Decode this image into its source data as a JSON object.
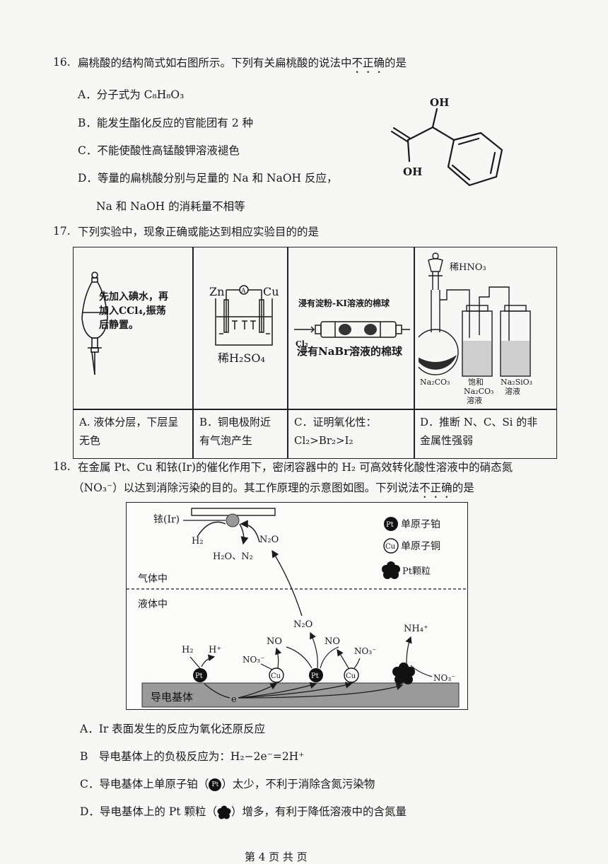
{
  "q16": {
    "number": "16.",
    "stem_before": "扁桃酸的结构简式如右图所示。下列有关扁桃酸的说法中",
    "stem_emph": "不正确",
    "stem_after": "的是",
    "options": [
      "A．分子式为 C₈H₈O₃",
      "B．能发生酯化反应的官能团有 2 种",
      "C．不能使酸性高锰酸钾溶液褪色",
      "D．等量的扁桃酸分别与足量的 Na 和 NaOH 反应，",
      "Na 和 NaOH 的消耗量不相等"
    ],
    "structure_labels": {
      "oh_top": "OH",
      "oh_bottom": "OH"
    }
  },
  "q17": {
    "number": "17.",
    "stem": "下列实验中，现象正确或能达到相应实验目的的是",
    "cell_a_note": [
      "先加入碘水，再",
      "加入CCl₄,振荡",
      "后静置。"
    ],
    "cell_b": {
      "zn": "Zn",
      "cu": "Cu",
      "meter": "A",
      "acid": "稀H₂SO₄"
    },
    "cell_c": {
      "top": "浸有淀粉-KI溶液的棉球",
      "cl2": "Cl₂",
      "bottom": "浸有NaBr溶液的棉球"
    },
    "cell_d": {
      "hno3": "稀HNO₃",
      "na2co3": "Na₂CO₃",
      "sat1": "饱和",
      "sat2": "Na₂CO₃",
      "sat3": "溶液",
      "sio1": "Na₂SiO₃",
      "sio2": "溶液"
    },
    "answers": [
      [
        "A. 液体分层，下层呈",
        "无色"
      ],
      [
        "B．铜电极附近",
        "有气泡产生"
      ],
      [
        "C．证明氧化性：",
        "Cl₂>Br₂>I₂"
      ],
      [
        "D．推断 N、C、Si 的非",
        "金属性强弱"
      ]
    ]
  },
  "q18": {
    "number": "18.",
    "stem_line1": "在金属 Pt、Cu 和铱(Ir)的催化作用下，密闭容器中的 H₂ 可高效转化酸性溶液中的硝态氮",
    "stem_line2_before": "（NO₃⁻）以达到消除污染的目的。其工作原理的示意图如图。下列说法",
    "stem_emph": "不正确",
    "stem_after": "的是",
    "diagram": {
      "ir": "铱(Ir)",
      "h2": "H₂",
      "h2o_n2": "H₂O、N₂",
      "n2o_top": "N₂O",
      "gas": "气体中",
      "liquid": "液体中",
      "legend_pt": "单原子铂",
      "legend_cu": "单原子铜",
      "legend_ptp": "Pt颗粒",
      "n2o_mid": "N₂O",
      "no1": "NO",
      "no2": "NO",
      "no3_1": "NO₃⁻",
      "no3_2": "NO₃⁻",
      "no3_3": "NO₃⁻",
      "nh4": "NH₄⁺",
      "h2_b": "H₂",
      "hplus": "H⁺",
      "pt": "Pt",
      "cu": "Cu",
      "substrate": "导电基体",
      "e": "e"
    },
    "options": [
      "A．Ir 表面发生的反应为氧化还原反应",
      "B　导电基体上的负极反应为：H₂−2e⁻=2H⁺",
      [
        "C．导电基体上单原子铂（",
        "）太少，不利于消除含氮污染物"
      ],
      [
        "D．导电基体上的 Pt 颗粒（",
        "）增多，有利于降低溶液中的含氮量"
      ]
    ]
  },
  "footer": "第 4 页  共  页"
}
